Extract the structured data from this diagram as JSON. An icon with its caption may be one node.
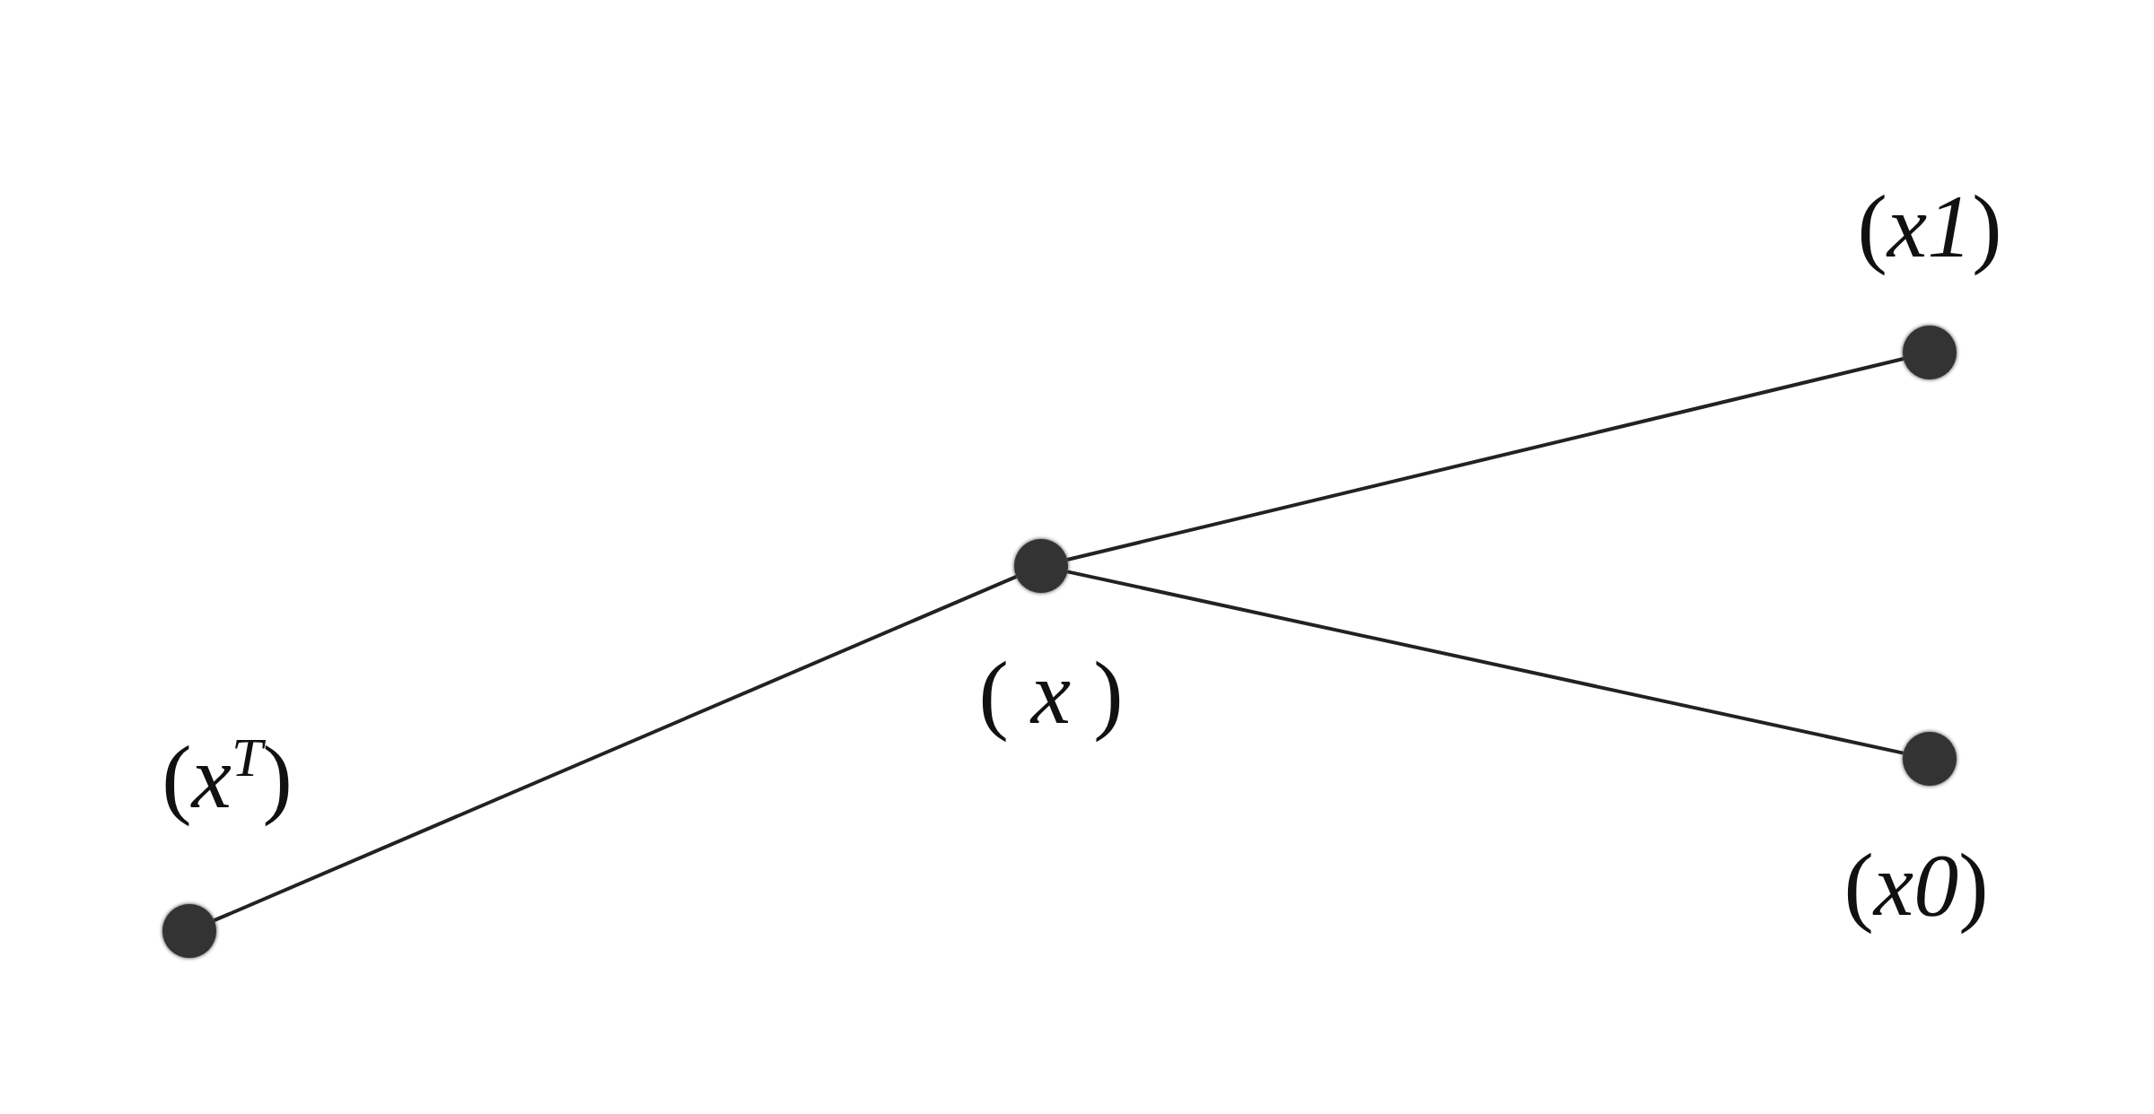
{
  "diagram": {
    "nodes": [
      {
        "text": [],
        "shape": "circle",
        "beside": [
          "(*x*$^{T}$)"
        ]
      },
      {
        "text": [],
        "shape": "circle",
        "beside": [
          "( *x* )"
        ]
      },
      {
        "text": [],
        "shape": "circle",
        "beside": [
          "(*x1*)"
        ]
      },
      {
        "text": [],
        "shape": "circle",
        "beside": [
          "(*x0*)"
        ]
      }
    ],
    "edges": [
      {
        "from": 0,
        "to": 1,
        "arrow": "none"
      },
      {
        "from": 1,
        "to": 2,
        "arrow": "none"
      },
      {
        "from": 1,
        "to": 3,
        "arrow": "none"
      }
    ]
  }
}
